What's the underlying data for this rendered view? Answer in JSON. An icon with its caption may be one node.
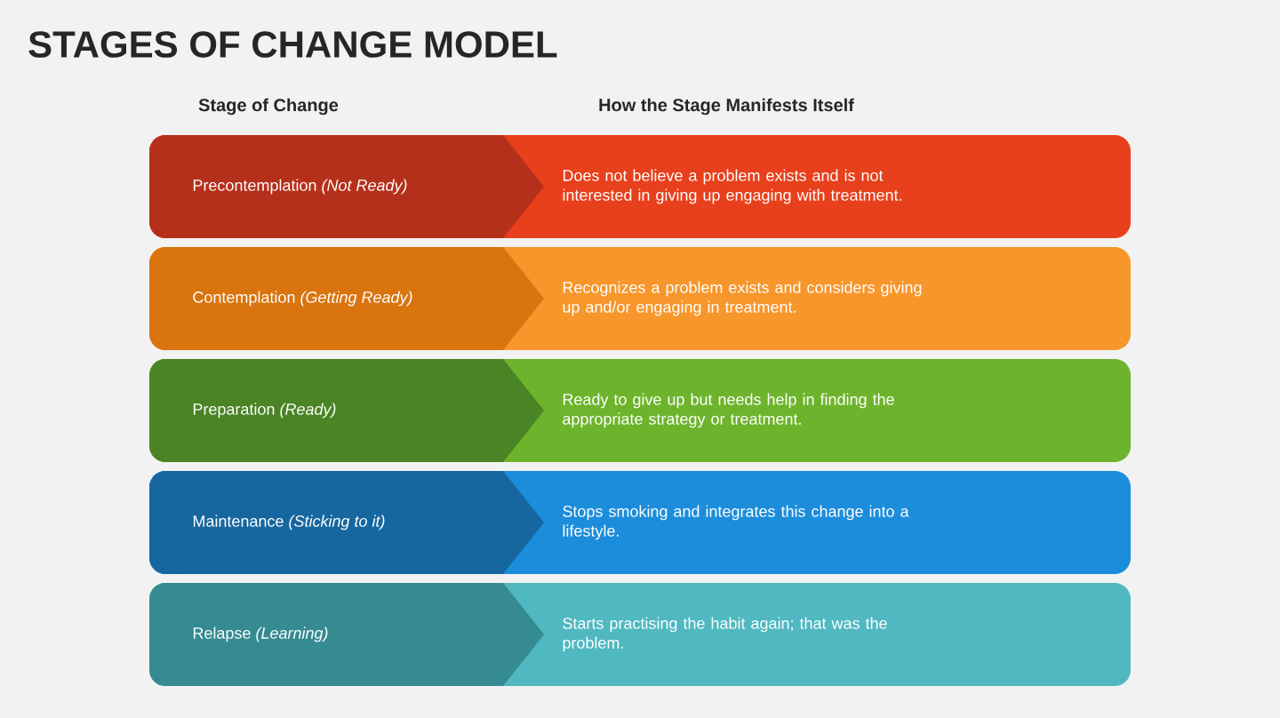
{
  "diagram": {
    "title": "STAGES OF CHANGE MODEL",
    "nodes": [
      {
        "text": [
          "Does not believe a problem exists and is not interested in giving up engaging with treatment."
        ]
      },
      {
        "text": [
          "Precontemplation *(Not Ready)*"
        ],
        "in": 0
      },
      {
        "text": [
          "Recognizes a problem exists and considers giving up and/or engaging in treatment."
        ]
      },
      {
        "text": [
          "Contemplation *(Getting Ready)*"
        ],
        "in": 2
      },
      {
        "text": [
          "Ready to give up but needs help in finding the appropriate strategy or treatment."
        ]
      },
      {
        "text": [
          "Preparation *(Ready)*"
        ],
        "in": 4
      },
      {
        "text": [
          "Stops smoking and integrates this change into a lifestyle."
        ]
      },
      {
        "text": [
          "Maintenance *(Sticking to it)*"
        ],
        "in": 6
      },
      {
        "text": [
          "Starts practising the habit again; that was the problem."
        ]
      },
      {
        "text": [
          "Relapse *(Learning)*"
        ],
        "in": 8
      }
    ],
    "labels": [
      "Stage of Change",
      "How the Stage Manifests Itself"
    ]
  }
}
